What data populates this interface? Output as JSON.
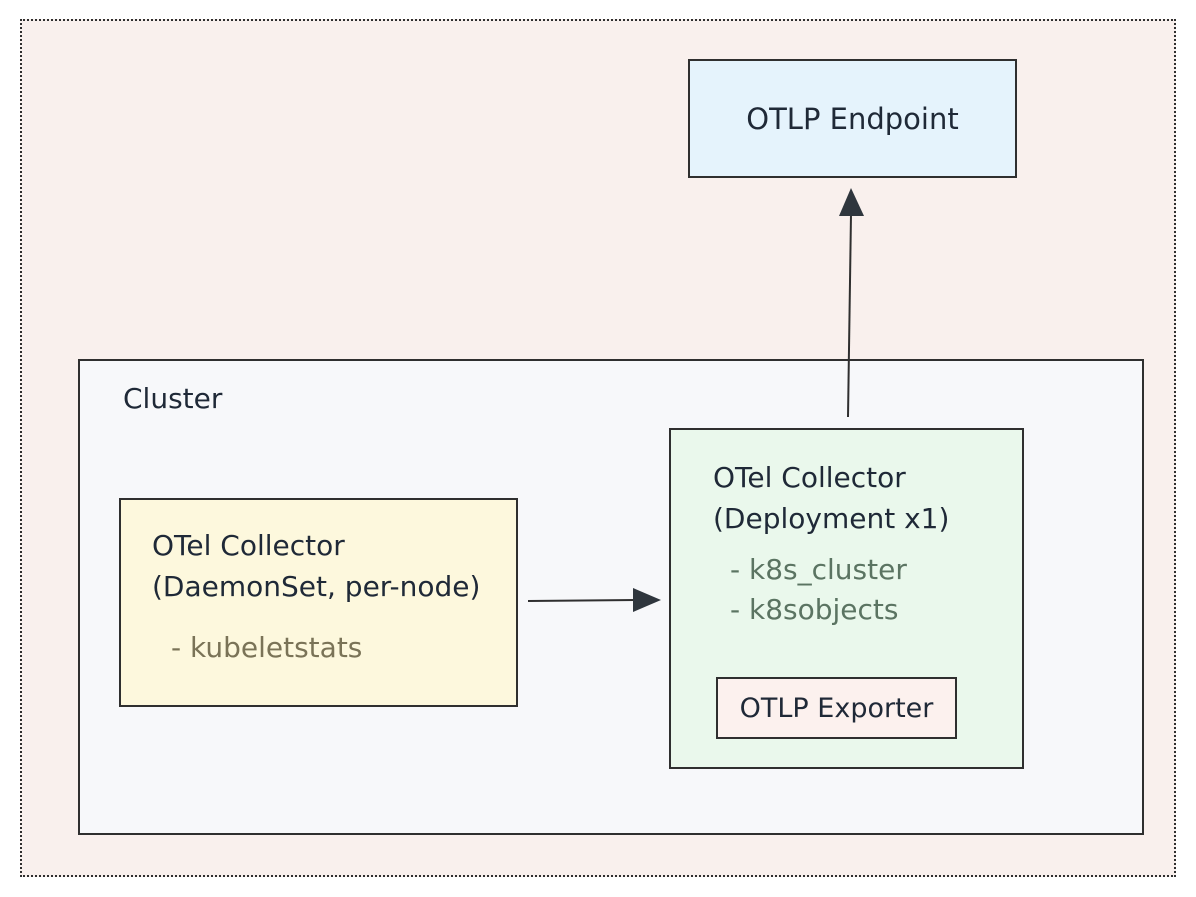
{
  "diagram": {
    "endpoint": {
      "label": "OTLP Endpoint"
    },
    "cluster": {
      "label": "Cluster"
    },
    "daemonset_collector": {
      "title_line1": "OTel Collector",
      "title_line2": "(DaemonSet, per-node)",
      "receivers": [
        "- kubeletstats"
      ]
    },
    "deployment_collector": {
      "title_line1": "OTel Collector",
      "title_line2": "(Deployment x1)",
      "receivers": [
        "- k8s_cluster",
        "- k8sobjects"
      ],
      "exporter": {
        "label": "OTLP Exporter"
      }
    },
    "colors": {
      "outer_background": "#f9f0ed",
      "endpoint_fill": "#e5f3fc",
      "cluster_fill": "#f7f8fa",
      "daemonset_fill": "#fdf8dd",
      "deployment_fill": "#eaf8ec",
      "exporter_fill": "#fcf1ee",
      "stroke": "#2f2f2f"
    }
  }
}
